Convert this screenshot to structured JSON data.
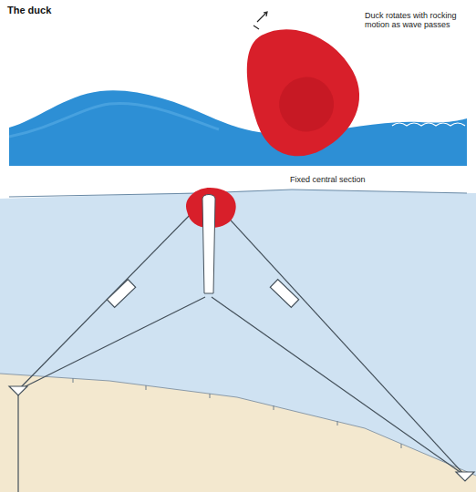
{
  "diagram": {
    "title": "The duck",
    "labels": [
      "Duck rotates with rocking motion as wave passes",
      "Fixed central section"
    ]
  }
}
